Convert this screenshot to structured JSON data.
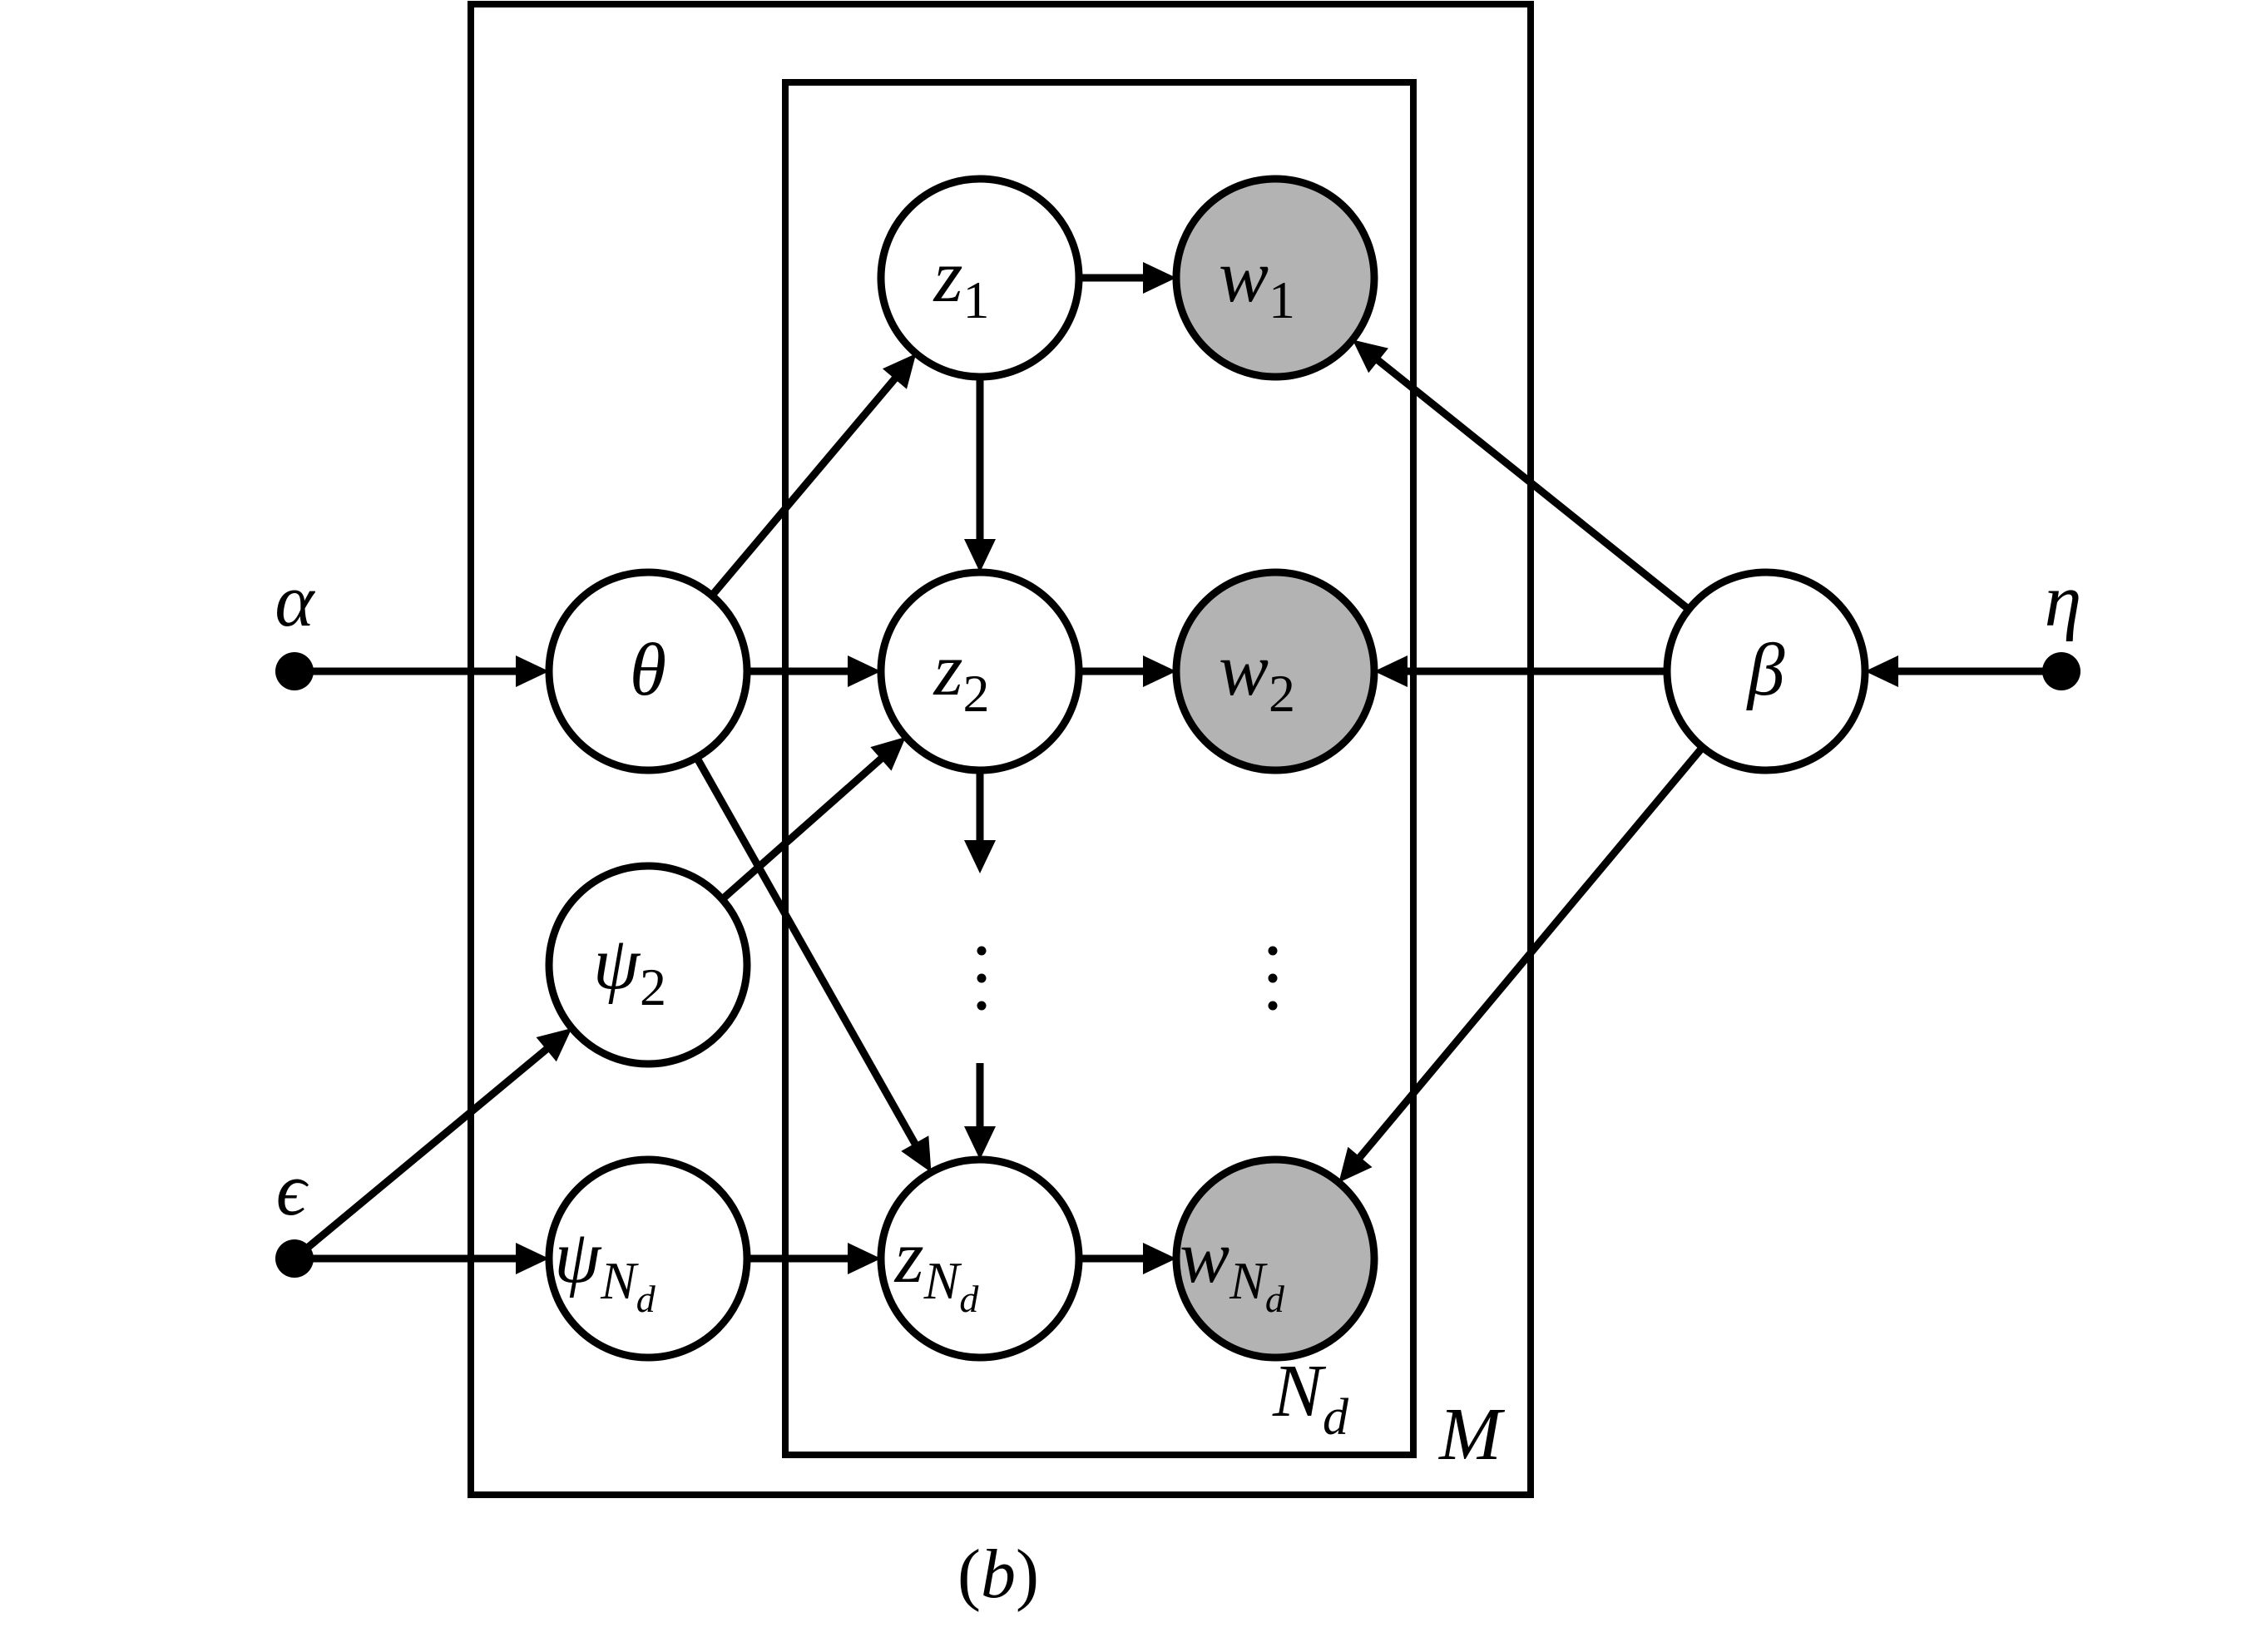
{
  "figure": {
    "caption": "(b)",
    "caption_parts": {
      "open": "(",
      "letter": "b",
      "close": ")"
    }
  },
  "plates": [
    {
      "id": "M",
      "label": "M",
      "label_sub": ""
    },
    {
      "id": "Nd",
      "label": "N",
      "label_sub": "d"
    }
  ],
  "hyperparameters": [
    {
      "id": "alpha",
      "label": "α"
    },
    {
      "id": "eta",
      "label": "η"
    },
    {
      "id": "epsilon",
      "label": "ϵ"
    }
  ],
  "nodes": [
    {
      "id": "theta",
      "label": "θ",
      "sub": "",
      "observed": false
    },
    {
      "id": "psi2",
      "label": "ψ",
      "sub": "2",
      "sub_sub": "",
      "observed": false
    },
    {
      "id": "psiN",
      "label": "ψ",
      "sub": "N",
      "sub_sub": "d",
      "observed": false
    },
    {
      "id": "z1",
      "label": "z",
      "sub": "1",
      "sub_sub": "",
      "observed": false
    },
    {
      "id": "z2",
      "label": "z",
      "sub": "2",
      "sub_sub": "",
      "observed": false
    },
    {
      "id": "zN",
      "label": "z",
      "sub": "N",
      "sub_sub": "d",
      "observed": false
    },
    {
      "id": "w1",
      "label": "w",
      "sub": "1",
      "sub_sub": "",
      "observed": true
    },
    {
      "id": "w2",
      "label": "w",
      "sub": "2",
      "sub_sub": "",
      "observed": true
    },
    {
      "id": "wN",
      "label": "w",
      "sub": "N",
      "sub_sub": "d",
      "observed": true
    },
    {
      "id": "beta",
      "label": "β",
      "sub": "",
      "observed": false
    }
  ],
  "edges": [
    {
      "from": "alpha",
      "to": "theta"
    },
    {
      "from": "theta",
      "to": "z1"
    },
    {
      "from": "theta",
      "to": "z2"
    },
    {
      "from": "theta",
      "to": "zN"
    },
    {
      "from": "epsilon",
      "to": "psi2"
    },
    {
      "from": "epsilon",
      "to": "psiN"
    },
    {
      "from": "psi2",
      "to": "z2"
    },
    {
      "from": "psiN",
      "to": "zN"
    },
    {
      "from": "z1",
      "to": "z2"
    },
    {
      "from": "z2",
      "to": "ellipsis"
    },
    {
      "from": "ellipsis",
      "to": "zN"
    },
    {
      "from": "z1",
      "to": "w1"
    },
    {
      "from": "z2",
      "to": "w2"
    },
    {
      "from": "zN",
      "to": "wN"
    },
    {
      "from": "beta",
      "to": "w1"
    },
    {
      "from": "beta",
      "to": "w2"
    },
    {
      "from": "beta",
      "to": "wN"
    },
    {
      "from": "eta",
      "to": "beta"
    }
  ],
  "colors": {
    "observed_fill": "#b3b3b3",
    "latent_fill": "#ffffff",
    "stroke": "#000000"
  }
}
